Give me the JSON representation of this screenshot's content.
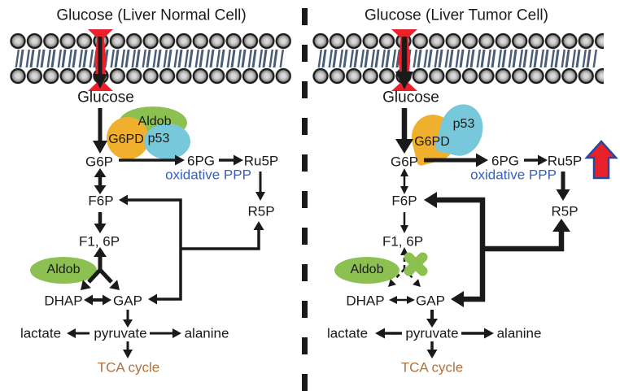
{
  "colors": {
    "ink": "#1a1a1a",
    "green": "#8cc152",
    "orange": "#f0af2d",
    "cyan": "#76c8da",
    "blue": "#3560c1",
    "brown": "#b0713a",
    "red": "#e8212b",
    "navy": "#27499d",
    "tail": "#4a5e78"
  },
  "normal": {
    "title": "Glucose (Liver Normal Cell)",
    "glucose": "Glucose",
    "enzymes": {
      "aldob": "Aldob",
      "g6pd": "G6PD",
      "p53": "p53",
      "aldob_lower": "Aldob"
    },
    "metabolites": {
      "g6p": "G6P",
      "pg6": "6PG",
      "ru5p": "Ru5P",
      "f6p": "F6P",
      "r5p": "R5P",
      "f16p": "F1, 6P",
      "dhap": "DHAP",
      "gap": "GAP",
      "lactate": "lactate",
      "pyruvate": "pyruvate",
      "alanine": "alanine"
    },
    "pathway": "oxidative PPP",
    "tca": "TCA cycle"
  },
  "tumor": {
    "title": "Glucose (Liver Tumor Cell)",
    "glucose": "Glucose",
    "enzymes": {
      "g6pd": "G6PD",
      "p53": "p53",
      "aldob": "Aldob"
    },
    "metabolites": {
      "g6p": "G6P",
      "pg6": "6PG",
      "ru5p": "Ru5P",
      "f6p": "F6P",
      "r5p": "R5P",
      "f16p": "F1, 6P",
      "dhap": "DHAP",
      "gap": "GAP",
      "lactate": "lactate",
      "pyruvate": "pyruvate",
      "alanine": "alanine"
    },
    "pathway": "oxidative PPP",
    "tca": "TCA cycle",
    "icons": {
      "blocked_cross": "aldob-blocked-cross",
      "increase_arrow": "ru5p-increase-arrow"
    }
  },
  "icons": {
    "membrane": "lipid-bilayer",
    "transporter": "glucose-transporter",
    "divider": "dashed-divider"
  }
}
